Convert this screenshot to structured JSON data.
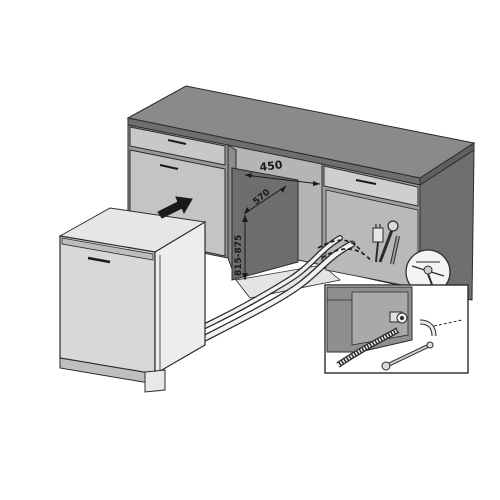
{
  "dimensions": {
    "width": "450",
    "depth": "570",
    "height": "815-875"
  },
  "colors": {
    "cabinet_dark": "#7f7f7f",
    "cabinet_light": "#c9c9c9",
    "panel": "#d6d6d6",
    "outline": "#2b2b2b",
    "background": "#ffffff"
  },
  "icons": [
    "arrow-icon",
    "water-tap-icon",
    "drain-pipe-icon",
    "power-plug-icon"
  ]
}
